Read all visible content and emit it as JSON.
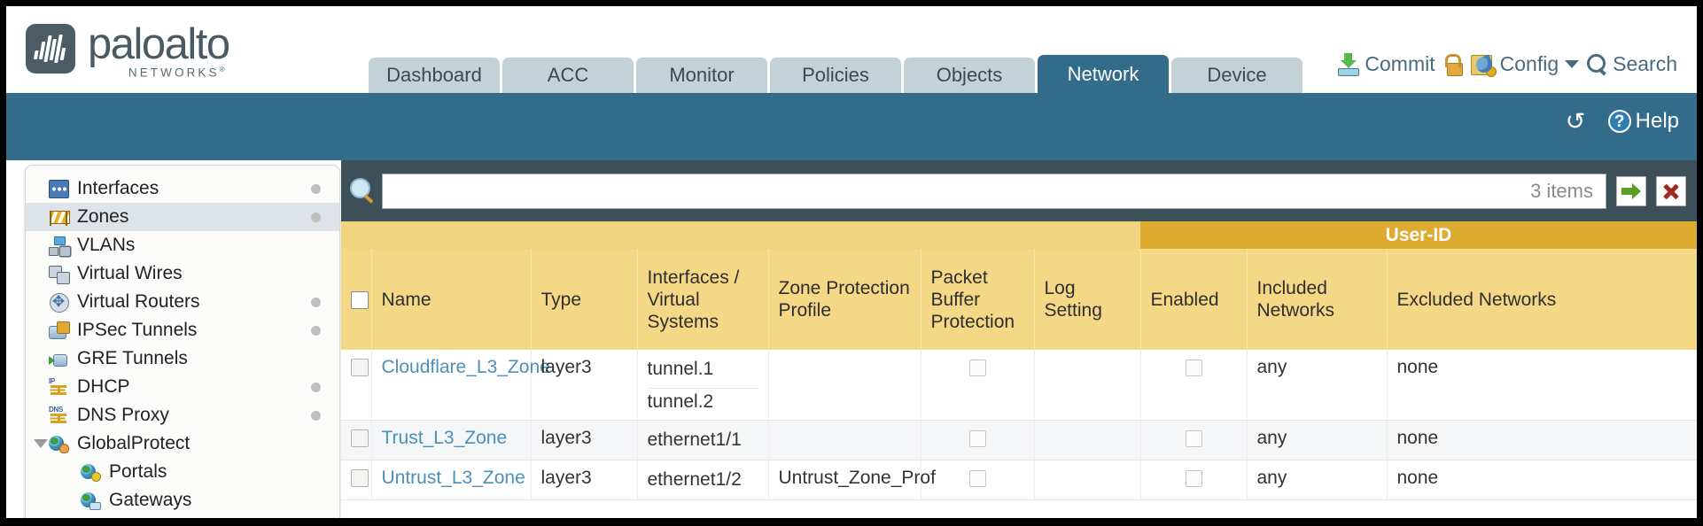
{
  "brand": {
    "name": "paloalto",
    "tagline": "NETWORKS",
    "registered": "®"
  },
  "nav_tabs": [
    {
      "label": "Dashboard",
      "active": false
    },
    {
      "label": "ACC",
      "active": false
    },
    {
      "label": "Monitor",
      "active": false
    },
    {
      "label": "Policies",
      "active": false
    },
    {
      "label": "Objects",
      "active": false
    },
    {
      "label": "Network",
      "active": true
    },
    {
      "label": "Device",
      "active": false
    }
  ],
  "top_actions": {
    "commit": "Commit",
    "lock_icon": "lock-icon",
    "config": "Config",
    "search": "Search"
  },
  "banner": {
    "refresh_icon": "refresh-icon",
    "help": "Help"
  },
  "sidebar": {
    "items": [
      {
        "label": "Interfaces",
        "icon": "interfaces-icon",
        "dot": true,
        "selected": false,
        "child": false,
        "expander": false
      },
      {
        "label": "Zones",
        "icon": "zones-icon",
        "dot": true,
        "selected": true,
        "child": false,
        "expander": false
      },
      {
        "label": "VLANs",
        "icon": "vlans-icon",
        "dot": false,
        "selected": false,
        "child": false,
        "expander": false
      },
      {
        "label": "Virtual Wires",
        "icon": "virtual-wires-icon",
        "dot": false,
        "selected": false,
        "child": false,
        "expander": false
      },
      {
        "label": "Virtual Routers",
        "icon": "virtual-routers-icon",
        "dot": true,
        "selected": false,
        "child": false,
        "expander": false
      },
      {
        "label": "IPSec Tunnels",
        "icon": "ipsec-tunnels-icon",
        "dot": true,
        "selected": false,
        "child": false,
        "expander": false
      },
      {
        "label": "GRE Tunnels",
        "icon": "gre-tunnels-icon",
        "dot": false,
        "selected": false,
        "child": false,
        "expander": false
      },
      {
        "label": "DHCP",
        "icon": "dhcp-icon",
        "dot": true,
        "selected": false,
        "child": false,
        "expander": false
      },
      {
        "label": "DNS Proxy",
        "icon": "dns-proxy-icon",
        "dot": true,
        "selected": false,
        "child": false,
        "expander": false
      },
      {
        "label": "GlobalProtect",
        "icon": "globalprotect-icon",
        "dot": false,
        "selected": false,
        "child": false,
        "expander": true
      },
      {
        "label": "Portals",
        "icon": "portals-icon",
        "dot": false,
        "selected": false,
        "child": true,
        "expander": false
      },
      {
        "label": "Gateways",
        "icon": "gateways-icon",
        "dot": false,
        "selected": false,
        "child": true,
        "expander": false
      }
    ]
  },
  "filter": {
    "value": "",
    "placeholder": "",
    "item_count": "3 items",
    "apply_icon": "arrow-right-icon",
    "clear_icon": "clear-x-icon"
  },
  "table": {
    "group_header": "User-ID",
    "columns": [
      "Name",
      "Type",
      "Interfaces / Virtual Systems",
      "Zone Protection Profile",
      "Packet Buffer Protection",
      "Log Setting",
      "Enabled",
      "Included Networks",
      "Excluded Networks"
    ],
    "rows": [
      {
        "selected": false,
        "name": "Cloudflare_L3_Zone",
        "type": "layer3",
        "interfaces": [
          "tunnel.1",
          "tunnel.2"
        ],
        "zone_protection_profile": "",
        "packet_buffer_protection": false,
        "log_setting": "",
        "userid_enabled": false,
        "included_networks": "any",
        "excluded_networks": "none"
      },
      {
        "selected": false,
        "name": "Trust_L3_Zone",
        "type": "layer3",
        "interfaces": [
          "ethernet1/1"
        ],
        "zone_protection_profile": "",
        "packet_buffer_protection": false,
        "log_setting": "",
        "userid_enabled": false,
        "included_networks": "any",
        "excluded_networks": "none"
      },
      {
        "selected": false,
        "name": "Untrust_L3_Zone",
        "type": "layer3",
        "interfaces": [
          "ethernet1/2"
        ],
        "zone_protection_profile": "Untrust_Zone_Prof",
        "packet_buffer_protection": false,
        "log_setting": "",
        "userid_enabled": false,
        "included_networks": "any",
        "excluded_networks": "none"
      }
    ]
  },
  "colors": {
    "banner_blue": "#336b8a",
    "tab_inactive": "#c3d2d6",
    "header_amber": "#f5d886",
    "group_amber": "#ddab30",
    "filter_bar": "#3d4f59",
    "link_blue": "#4a90ba"
  }
}
